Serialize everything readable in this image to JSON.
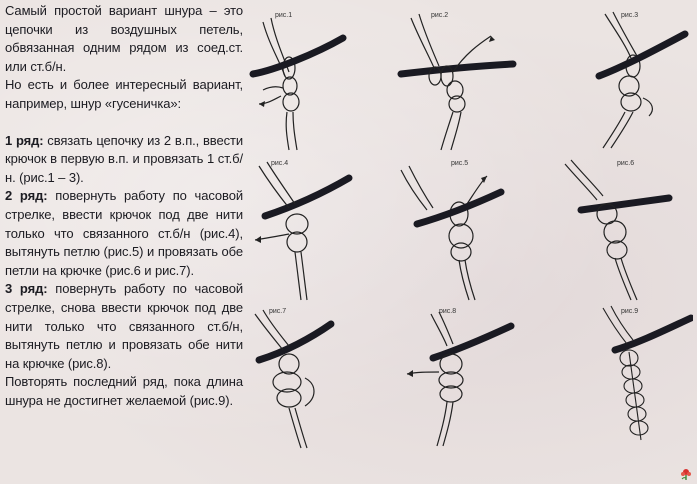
{
  "text": {
    "intro_1": "Самый простой вариант шнура – это цепочки из воздушных петель, обвязанная одним рядом из соед.ст. или ст.б/н.",
    "intro_2": "Но есть и более интересный вариант, например, шнур «гусеничка»:",
    "row1_label": "1 ряд:",
    "row1_text": " связать цепочку из 2 в.п., ввести крючок в первую в.п. и провязать 1 ст.б/н. (рис.1 – 3).",
    "row2_label": "2 ряд:",
    "row2_text": " повернуть работу по часовой стрелке, ввести крючок под две нити только что связанного ст.б/н (рис.4), вытянуть петлю (рис.5) и провязать обе петли на крючке (рис.6 и рис.7).",
    "row3_label": "3 ряд:",
    "row3_text": " повернуть работу по часовой стрелке, снова ввести крючок под две нити только что связанного ст.б/н, вытянуть петлю и провязать обе нити на крючке (рис.8).",
    "outro": "Повторять последний ряд, пока длина шнура не достигнет желаемой (рис.9)."
  },
  "figures": [
    {
      "label": "рис.1"
    },
    {
      "label": "рис.2"
    },
    {
      "label": "рис.3"
    },
    {
      "label": "рис.4"
    },
    {
      "label": "рис.5"
    },
    {
      "label": "рис.6"
    },
    {
      "label": "рис.7"
    },
    {
      "label": "рис.8"
    },
    {
      "label": "рис.9"
    }
  ],
  "colors": {
    "paper": "#ebe4e2",
    "ink": "#1c1c22",
    "hook": "#1a1a22"
  }
}
